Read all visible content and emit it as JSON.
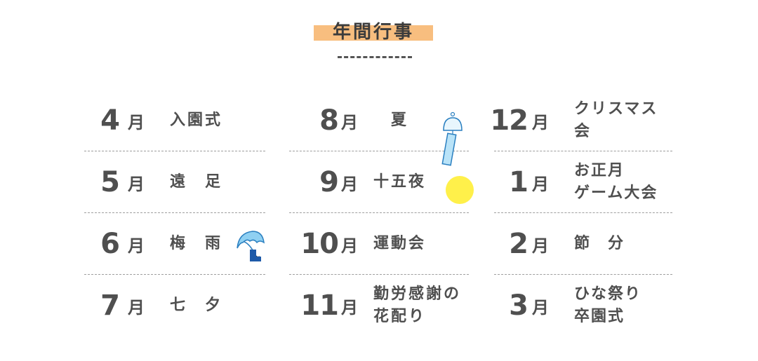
{
  "title": "年間行事",
  "colors": {
    "title_highlight": "#f8be7f",
    "moon": "#fff04a",
    "umbrella": "#8fd0f2",
    "boot": "#1e5aa8"
  },
  "columns": [
    [
      {
        "num": "4",
        "month": "月",
        "event": "入園式"
      },
      {
        "num": "5",
        "month": "月",
        "event": "遠　足"
      },
      {
        "num": "6",
        "month": "月",
        "event": "梅　雨"
      },
      {
        "num": "7",
        "month": "月",
        "event": "七　夕"
      }
    ],
    [
      {
        "num": "8",
        "month": "月",
        "event": "　夏"
      },
      {
        "num": "9",
        "month": "月",
        "event": "十五夜"
      },
      {
        "num": "10",
        "month": "月",
        "event": "運動会"
      },
      {
        "num": "11",
        "month": "月",
        "event": "勤労感謝の\n花配り"
      }
    ],
    [
      {
        "num": "12",
        "month": "月",
        "event": "クリスマス会"
      },
      {
        "num": "1",
        "month": "月",
        "event": "お正月\nゲーム大会"
      },
      {
        "num": "2",
        "month": "月",
        "event": "節　分"
      },
      {
        "num": "3",
        "month": "月",
        "event": "ひな祭り\n卒園式"
      }
    ]
  ],
  "icons": [
    "umbrella-icon",
    "wind-chime-icon",
    "full-moon-icon"
  ]
}
